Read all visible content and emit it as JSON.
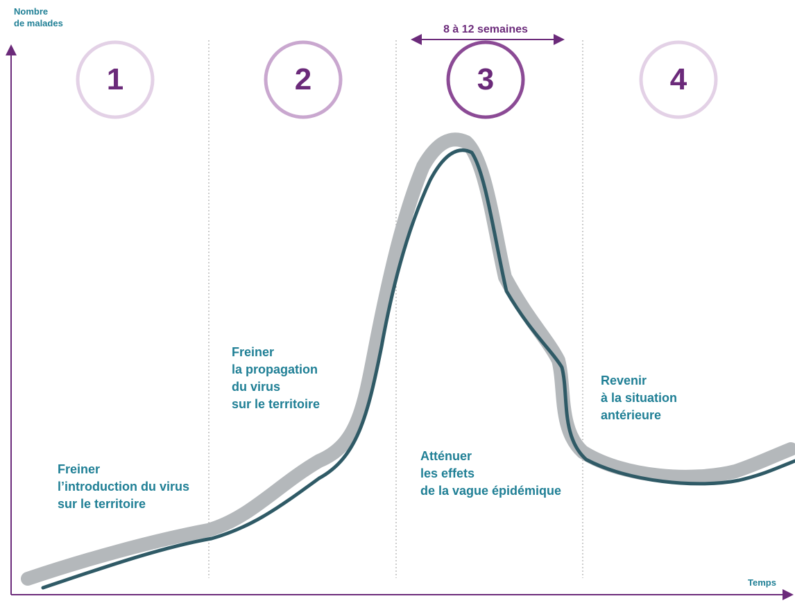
{
  "axes": {
    "y_label_lines": [
      "Nombre",
      "de malades"
    ],
    "x_label": "Temps"
  },
  "duration_label": "8 à 12 semaines",
  "phases": [
    {
      "number": "1",
      "lines": [
        "Freiner",
        "l’introduction du virus",
        "sur le territoire"
      ]
    },
    {
      "number": "2",
      "lines": [
        "Freiner",
        "la propagation",
        "du virus",
        "sur le territoire"
      ]
    },
    {
      "number": "3",
      "lines": [
        "Atténuer",
        "les effets",
        "de la vague épidémique"
      ]
    },
    {
      "number": "4",
      "lines": [
        "Revenir",
        "à la situation",
        "antérieure"
      ]
    }
  ],
  "colors": {
    "axis": "#6b2a7a",
    "text": "#1f7f95",
    "curve_band": "#b4b8bb",
    "curve_line": "#2f5a66",
    "ring_light": "#e3d1e6",
    "ring_medium": "#c9a7cf",
    "ring_dark": "#8b4a95"
  }
}
